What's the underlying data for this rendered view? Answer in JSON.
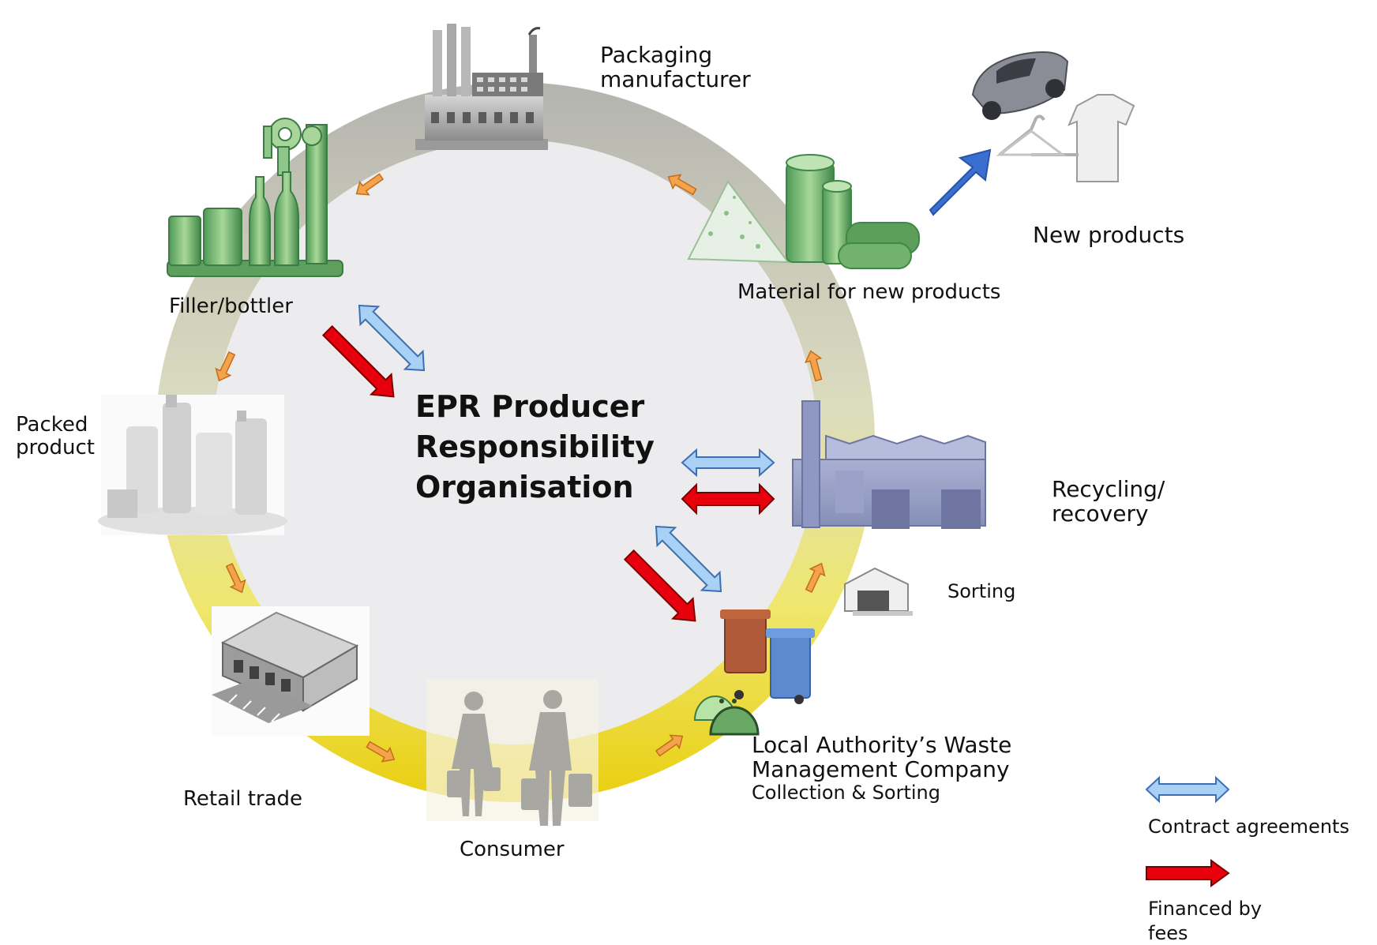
{
  "center": {
    "line1": "EPR Producer",
    "line2": "Responsibility",
    "line3": "Organisation"
  },
  "nodes": {
    "packaging_manufacturer": {
      "line1": "Packaging",
      "line2": "manufacturer"
    },
    "filler_bottler": "Filler/bottler",
    "packed_product": {
      "line1": "Packed",
      "line2": "product"
    },
    "retail_trade": "Retail trade",
    "consumer": "Consumer",
    "local_authority": {
      "line1": "Local Authority’s Waste",
      "line2": "Management Company",
      "line3": "Collection & Sorting"
    },
    "sorting": "Sorting",
    "recycling": {
      "line1": "Recycling/",
      "line2": "recovery"
    },
    "material": "Material for new products",
    "new_products": "New products"
  },
  "legend": {
    "contract": "Contract agreements",
    "financed": {
      "line1": "Financed by",
      "line2": "fees"
    }
  },
  "colors": {
    "contract_arrow": "#a9d0f5",
    "fees_arrow": "#e8000d",
    "flow_arrow": "#f4a24b",
    "ring_top": "#b8b8b4",
    "ring_bottom": "#f0dc28",
    "inner_disk": "#ececee",
    "green_icons": "#6aa866",
    "blue_arrow": "#3a6fd0"
  }
}
